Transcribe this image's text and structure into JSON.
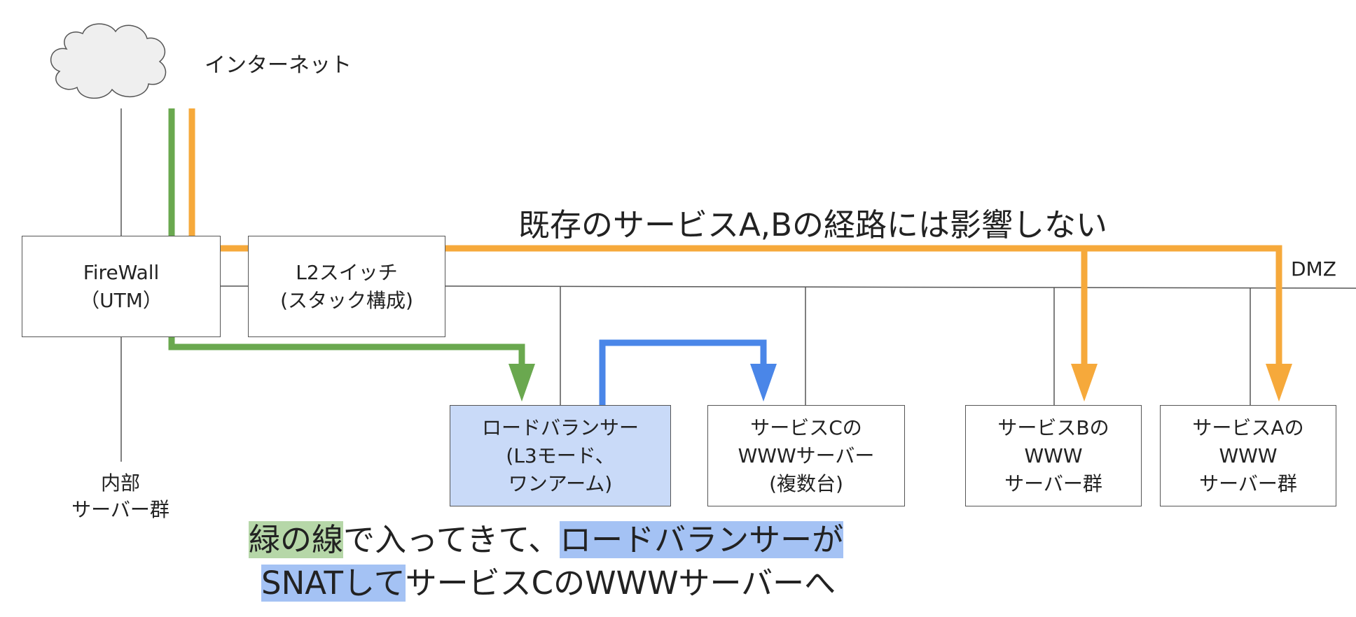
{
  "internet": {
    "label": "インターネット"
  },
  "internal": {
    "line1": "内部",
    "line2": "サーバー群"
  },
  "dmz": {
    "label": "DMZ"
  },
  "headline": "既存のサービスA,Bの経路には影響しない",
  "nodes": {
    "firewall": {
      "line1": "FireWall",
      "line2": "（UTM）"
    },
    "l2switch": {
      "line1": "L2スイッチ",
      "line2": "(スタック構成)"
    },
    "loadbalancer": {
      "line1": "ロードバランサー",
      "line2": "(L3モード、",
      "line3": "ワンアーム)"
    },
    "service_c": {
      "line1": "サービスCの",
      "line2": "WWWサーバー",
      "line3": "(複数台)"
    },
    "service_b": {
      "line1": "サービスBの",
      "line2": "WWW",
      "line3": "サーバー群"
    },
    "service_a": {
      "line1": "サービスAの",
      "line2": "WWW",
      "line3": "サーバー群"
    }
  },
  "caption": {
    "line1_green": "緑の線",
    "line1_mid": "で入ってきて、",
    "line1_blue": "ロードバランサーが",
    "line2_blue": "SNATして",
    "line2_rest": "サービスCのWWWサーバーへ"
  },
  "colors": {
    "green_path": "#6aa84f",
    "orange_path": "#f6a93b",
    "blue_path": "#4a86e8",
    "lb_fill": "#c9daf8",
    "highlight_green": "#b6d7a8",
    "highlight_blue": "#a4c2f4",
    "cloud_fill": "#efefef"
  }
}
